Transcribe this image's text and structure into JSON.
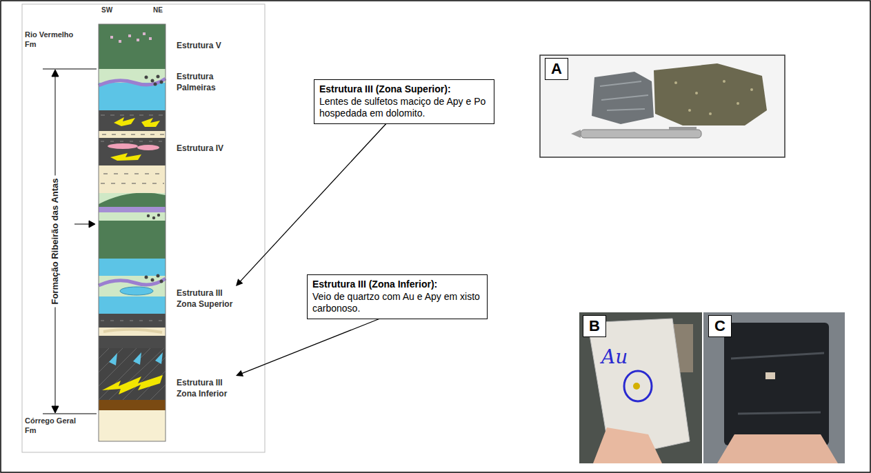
{
  "diagram": {
    "nodes": [
      {
        "text": [
          "Estrutura V"
        ]
      },
      {
        "text": [
          "Estrutura Palmeiras"
        ]
      },
      {
        "text": [
          "Estrutura IV"
        ]
      },
      {
        "text": [
          "Estrutura III Zona Superior"
        ]
      },
      {
        "text": [
          "Estrutura III Zona Inferior"
        ]
      },
      {
        "text": [
          "Estrutura III (Zona Superior):",
          "Lentes de sulfetos maciço de Apy e Po hospedada em dolomito."
        ]
      },
      {
        "text": [
          "Estrutura III (Zona Inferior):",
          "Veio de quartzo com Au e Apy em xisto carbonoso."
        ]
      },
      {
        "text": [
          "A"
        ]
      },
      {
        "text": [
          "B"
        ]
      },
      {
        "text": [
          "C"
        ]
      }
    ],
    "edges": [
      {
        "from": 5,
        "to": 3,
        "arrow": "to"
      },
      {
        "from": 6,
        "to": 4,
        "arrow": "to"
      }
    ],
    "labels": [
      "SW",
      "NE",
      "Rio Vermelho Fm",
      "Formação Ribeirão das Antas",
      "Córrego Geral Fm",
      "Au"
    ]
  }
}
